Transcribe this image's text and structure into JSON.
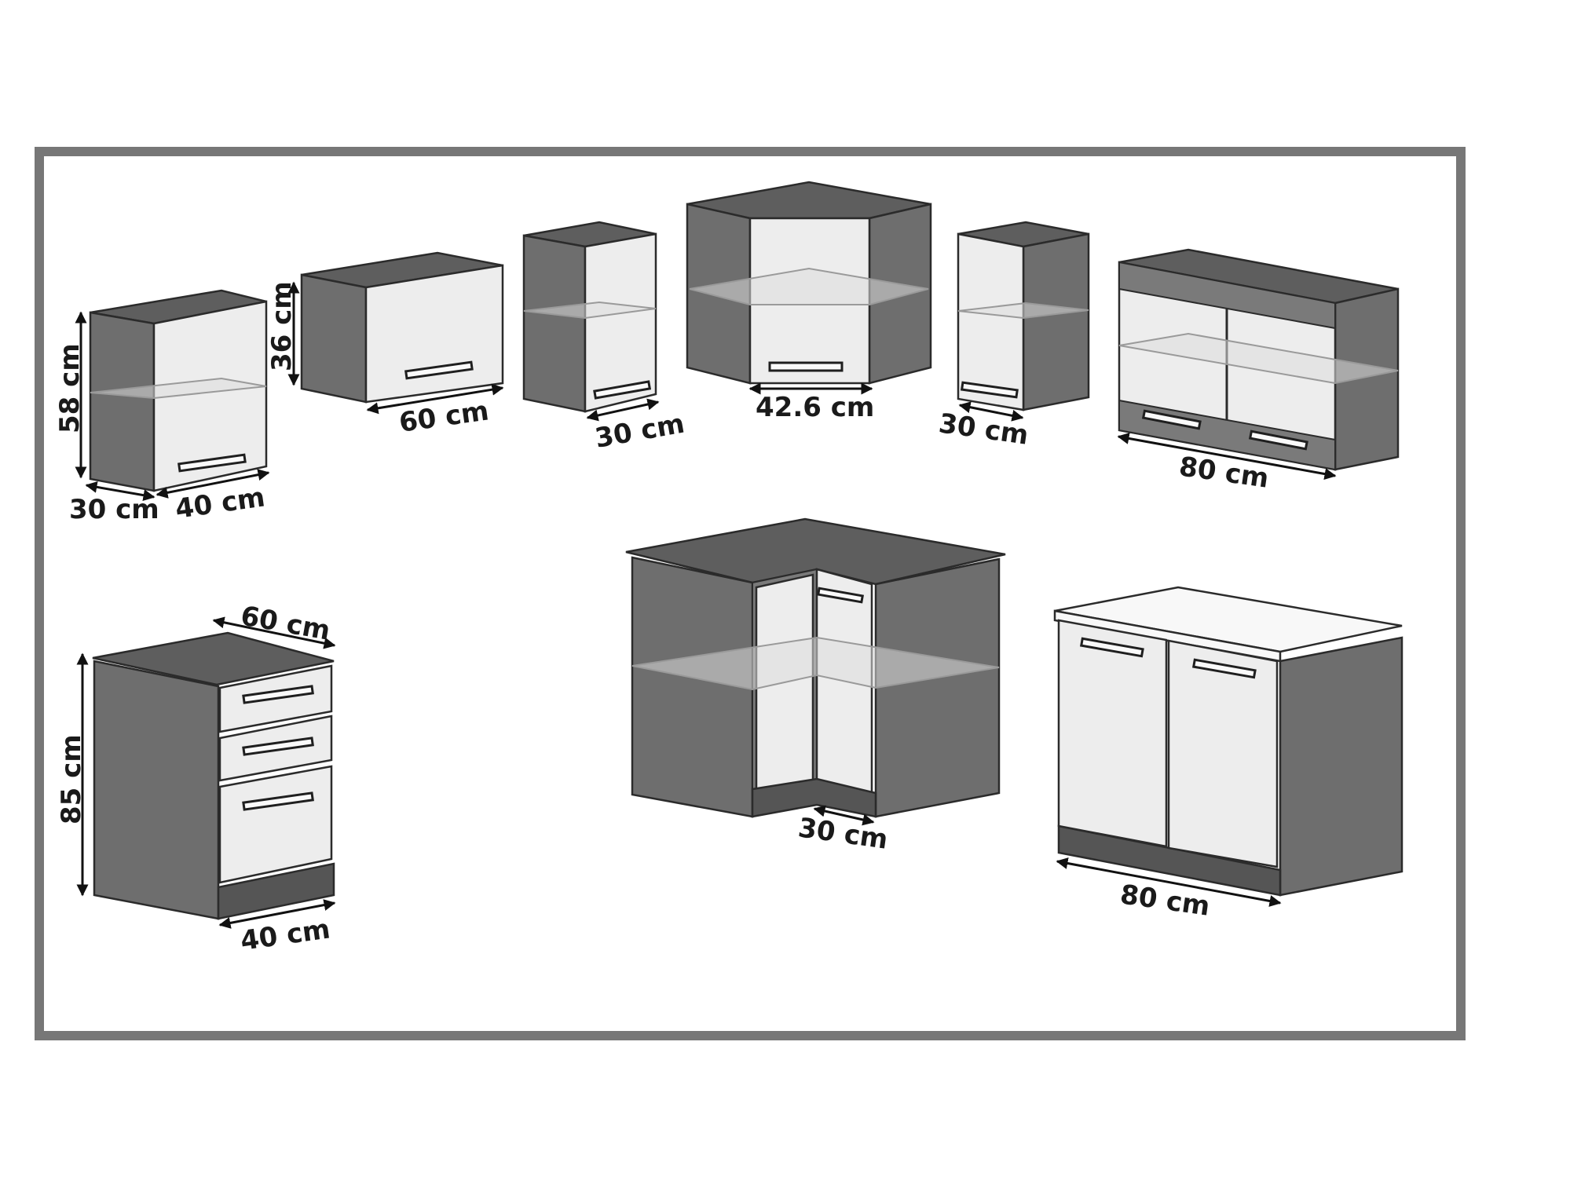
{
  "colors": {
    "frame": "#777777",
    "carcass": "#6e6e6e",
    "front": "#ededed",
    "top": "#5e5e5e"
  },
  "cabinets": {
    "wall_40": {
      "height": "58 cm",
      "depth": "30 cm",
      "width": "40 cm"
    },
    "wall_60": {
      "height": "36 cm",
      "width": "60 cm"
    },
    "wall_30a": {
      "width": "30 cm"
    },
    "wall_corner": {
      "width": "42.6 cm"
    },
    "wall_30b": {
      "width": "30 cm"
    },
    "wall_80": {
      "width": "80 cm"
    },
    "drawer_base": {
      "depth": "60 cm",
      "height": "85 cm",
      "width": "40 cm"
    },
    "corner_base": {
      "width": "30 cm"
    },
    "base_80": {
      "width": "80 cm"
    }
  }
}
